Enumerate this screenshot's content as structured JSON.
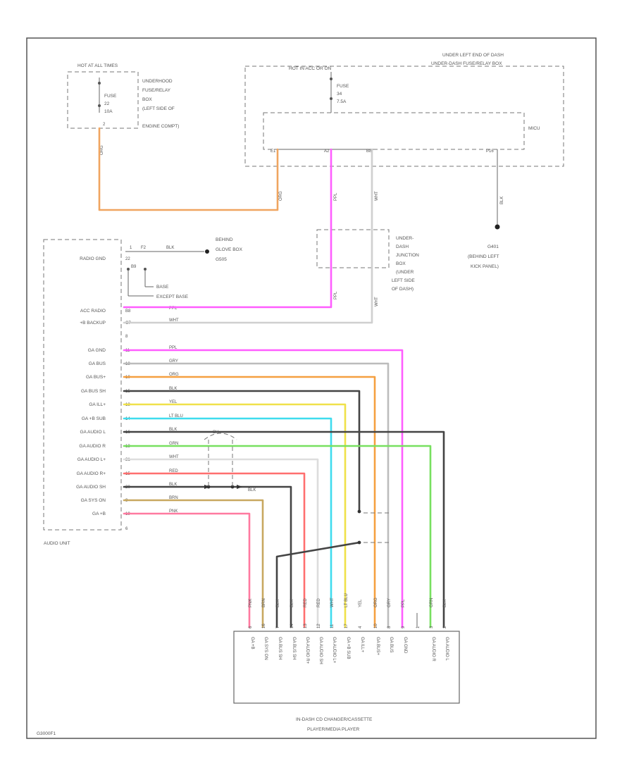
{
  "frame": {
    "code": "G3000F1"
  },
  "hot_at_all_times": {
    "title": "HOT AT ALL TIMES",
    "fuse_name": "FUSE",
    "fuse_number": "22",
    "fuse_rating": "10A",
    "box_lines": [
      "UNDERHOOD",
      "FUSE/RELAY",
      "BOX",
      "(LEFT SIDE OF",
      "ENGINE COMPT)"
    ],
    "pin": "2",
    "wire_label": "ORG"
  },
  "dash_box": {
    "location_lines": [
      "UNDER LEFT END OF DASH",
      "UNDER-DASH FUSE/RELAY BOX"
    ],
    "hot_label": "HOT IN ACC OR ON",
    "fuse_name": "FUSE",
    "fuse_number": "34",
    "fuse_rating": "7.5A",
    "module": "MICU",
    "pins": [
      "E1",
      "A2",
      "B8",
      "P16"
    ],
    "wire_labels": [
      "ORG",
      "PPL",
      "WHT",
      "BLK"
    ]
  },
  "ground_glovebox": {
    "lines": [
      "BEHIND",
      "GLOVE BOX",
      "G505"
    ],
    "pins": [
      "1",
      "F2",
      "B9"
    ],
    "wire": "BLK",
    "base": "BASE",
    "except_base": "EXCEPT BASE"
  },
  "junction_box": {
    "lines": [
      "UNDER-",
      "DASH",
      "JUNCTION",
      "BOX",
      "(UNDER",
      "LEFT SIDE",
      "OF DASH)"
    ],
    "wire_labels": [
      "PPL",
      "WHT"
    ]
  },
  "ground_kick": {
    "lines": [
      "G401",
      "(BEHIND LEFT",
      "KICK PANEL)"
    ]
  },
  "audio_unit": {
    "name": "AUDIO UNIT",
    "pins": [
      {
        "label": "RADIO GND",
        "pin": "22",
        "wire": ""
      },
      {
        "label": "ACC RADIO",
        "pin": "B8",
        "wire": "PPL"
      },
      {
        "label": "+B BACKUP",
        "pin": "C7",
        "wire": "WHT"
      },
      {
        "label": "",
        "pin": "8",
        "wire": ""
      },
      {
        "label": "GA GND",
        "pin": "11",
        "wire": "PPL"
      },
      {
        "label": "GA BUS",
        "pin": "18",
        "wire": "GRY"
      },
      {
        "label": "GA BUS+",
        "pin": "10",
        "wire": "ORG"
      },
      {
        "label": "GA BUS SH",
        "pin": "15",
        "wire": "BLK"
      },
      {
        "label": "GA ILL+",
        "pin": "13",
        "wire": "YEL"
      },
      {
        "label": "GA +B SUB",
        "pin": "14",
        "wire": "LT BLU"
      },
      {
        "label": "GA AUDIO L",
        "pin": "16",
        "wire": "BLK"
      },
      {
        "label": "GA AUDIO R",
        "pin": "13",
        "wire": "GRN"
      },
      {
        "label": "GA AUDIO L+",
        "pin": "21",
        "wire": "WHT"
      },
      {
        "label": "GA AUDIO R+",
        "pin": "15",
        "wire": "RED"
      },
      {
        "label": "GA AUDIO SH",
        "pin": "20",
        "wire": "BLK"
      },
      {
        "label": "GA SYS ON",
        "pin": "9",
        "wire": "BRN"
      },
      {
        "label": "GA +B",
        "pin": "19",
        "wire": "PNK"
      },
      {
        "label": "",
        "pin": "6",
        "wire": ""
      }
    ],
    "shield_labels": [
      "SH",
      "BLK"
    ]
  },
  "player": {
    "lines": [
      "IN-DASH CD CHANGER/CASSETTE",
      "PLAYER/MEDIA PLAYER"
    ],
    "pins": [
      {
        "wire": "PNK",
        "pin": "6",
        "label": "GA +B"
      },
      {
        "wire": "BRN",
        "pin": "16",
        "label": "GA SYS ON"
      },
      {
        "wire": "BLK",
        "pin": "7",
        "label": "GA BUS SH"
      },
      {
        "wire": "BLK",
        "pin": "14",
        "label": "GA BUS SH"
      },
      {
        "wire": "RED",
        "pin": "13",
        "label": "GA AUDIO R+"
      },
      {
        "wire": "RED",
        "pin": "12",
        "label": "GA AUDIO SH"
      },
      {
        "wire": "WHT",
        "pin": "11",
        "label": "GA AUDIO L+"
      },
      {
        "wire": "LT BLU",
        "pin": "17",
        "label": "GA +B SUB"
      },
      {
        "wire": "YEL",
        "pin": "4",
        "label": "GA ILL+"
      },
      {
        "wire": "ORG",
        "pin": "10",
        "label": "GA BUS+"
      },
      {
        "wire": "GRY",
        "pin": "8",
        "label": "GA BUS"
      },
      {
        "wire": "PPL",
        "pin": "9",
        "label": "GA GND"
      },
      {
        "wire": "",
        "pin": "1",
        "label": ""
      },
      {
        "wire": "GRN",
        "pin": "3",
        "label": "GA AUDIO R"
      },
      {
        "wire": "BLK",
        "pin": "2",
        "label": "GA AUDIO L"
      }
    ]
  },
  "colors": {
    "orange": "#f0a560",
    "pink": "#ff5dff",
    "gray": "#bcbcbc",
    "orange2": "#f5a040",
    "black": "#444444",
    "yellow": "#f0e14a",
    "lightblue": "#3fdcee",
    "green": "#78e060",
    "white": "#dddddd",
    "red": "#ff6f6f",
    "brown": "#c8a860",
    "pinkred": "#ff7aa0",
    "frame": "#555555"
  }
}
